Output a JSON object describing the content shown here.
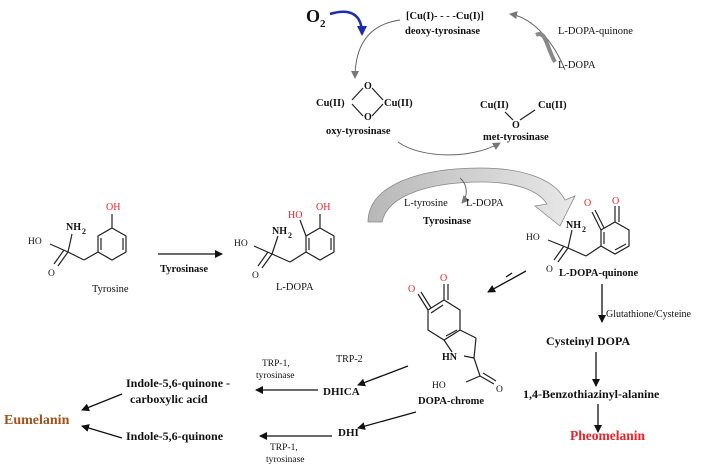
{
  "cycle": {
    "o2": "O",
    "o2_sub": "2",
    "deoxy_complex": "[Cu(I)- - - -Cu(I)]",
    "deoxy_name": "deoxy-tyrosinase",
    "cu2": "Cu(II)",
    "o": "O",
    "oxy_name": "oxy-tyrosinase",
    "met_name": "met-tyrosinase",
    "ldopa_quinone_in": "L-DOPA-quinone",
    "ldopa_in": "L-DOPA"
  },
  "center": {
    "ltyrosine": "L-tyrosine",
    "ldopa": "L-DOPA",
    "enzyme": "Tyrosinase"
  },
  "molecules": {
    "oh": "OH",
    "nh": "NH",
    "h2": "2",
    "ho": "HO",
    "o": "O",
    "hn": "HN",
    "tyrosine": "Tyrosine",
    "ldopa": "L-DOPA",
    "ldopa_quinone": "L-DOPA-quinone",
    "dopachrome": "DOPA-chrome"
  },
  "arrows": {
    "tyrosinase": "Tyrosinase",
    "glut_cys": "Glutathione/Cysteine",
    "trp2": "TRP-2",
    "trp1_a": "TRP-1,",
    "tyr_a": "tyrosinase",
    "trp1_b": "TRP-1,",
    "tyr_b": "tyrosinase"
  },
  "pathway": {
    "cysteinyl_dopa": "Cysteinyl DOPA",
    "benzothiazinyl": "1,4-Benzothiazinyl-alanine",
    "pheomelanin": "Pheomelanin",
    "dhica": "DHICA",
    "dhi": "DHI",
    "iq_carbox_1": "Indole-5,6-quinone -",
    "iq_carbox_2": "carboxylic acid",
    "iq": "Indole-5,6-quinone",
    "eumelanin": "Eumelanin"
  },
  "colors": {
    "oh_red": "#e8232a",
    "pheomelanin": "#e8232a",
    "eumelanin": "#a0521c",
    "o2_arrow": "#1a2bb0"
  }
}
